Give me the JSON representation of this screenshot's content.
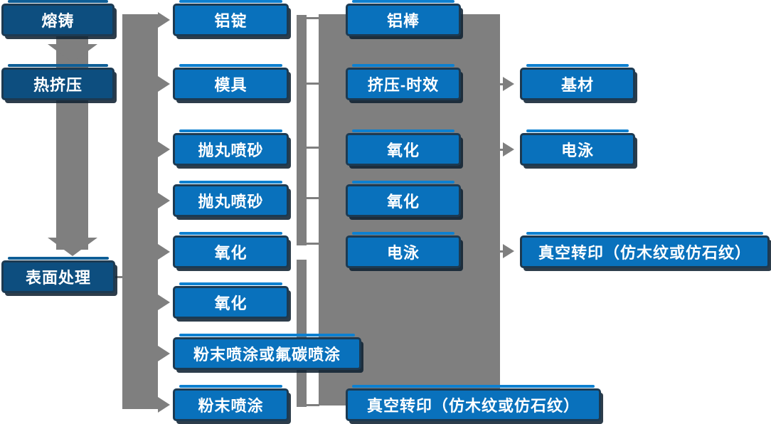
{
  "diagram": {
    "description": "aluminum-extrusion-process-flowchart",
    "colors": {
      "node_blue": "#0971bc",
      "node_dark_blue": "#0d4e7f",
      "node_border": "#1c3a52",
      "node_top_accent": "#0d80d0",
      "connector_gray": "#7f7f7f",
      "text": "#ffffff",
      "background": "#ffffff"
    },
    "nodes": {
      "rongzhu": "熔铸",
      "rejiya": "热挤压",
      "biaomianchuli": "表面处理",
      "lvding": "铝锭",
      "moju": "模具",
      "paowanpensha_1": "抛丸喷砂",
      "paowanpensha_2": "抛丸喷砂",
      "yanghua_1": "氧化",
      "yanghua_2": "氧化",
      "fenmo_or_futan": "粉末喷涂或氟碳喷涂",
      "fenmopentu": "粉末喷涂",
      "lvbang": "铝棒",
      "jiya_shixiao": "挤压-时效",
      "yanghua_3": "氧化",
      "yanghua_4": "氧化",
      "dianyong_1": "电泳",
      "zhenkong_bottom": "真空转印（仿木纹或仿石纹）",
      "jicai": "基材",
      "dianyong_2": "电泳",
      "zhenkong_right": "真空转印（仿木纹或仿石纹）"
    }
  }
}
